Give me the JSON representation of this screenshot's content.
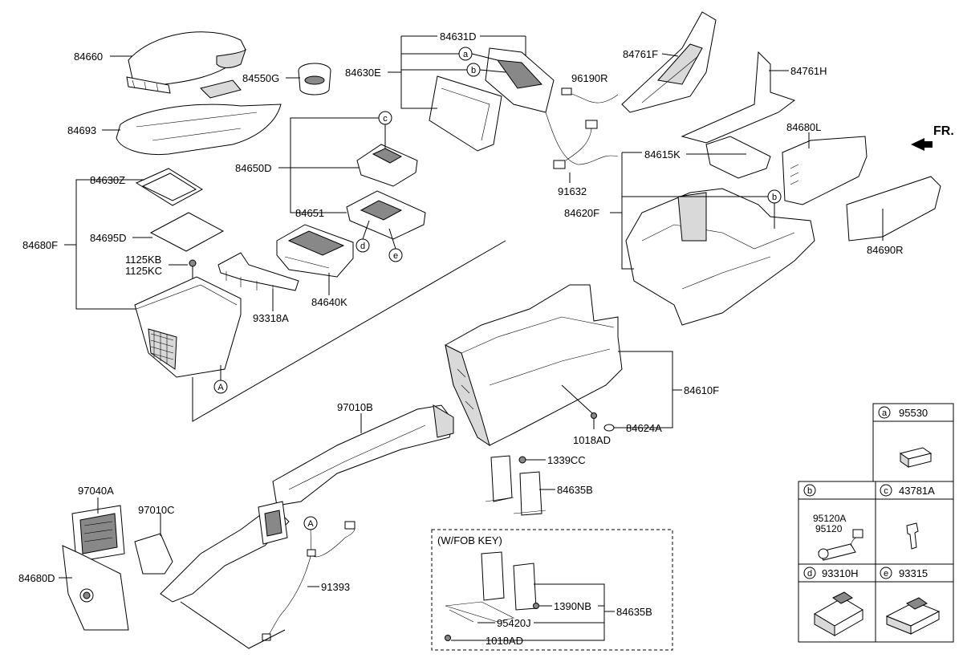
{
  "front_label": "FR.",
  "parts": {
    "p84660": "84660",
    "p84550G": "84550G",
    "p84693": "84693",
    "p84630Z": "84630Z",
    "p84695D": "84695D",
    "p84680F": "84680F",
    "p1125KB": "1125KB",
    "p1125KC": "1125KC",
    "p93318A": "93318A",
    "p84640K": "84640K",
    "p84650D": "84650D",
    "p84651": "84651",
    "p84631D": "84631D",
    "p84630E": "84630E",
    "p96190R": "96190R",
    "p91632": "91632",
    "p84761F": "84761F",
    "p84761H": "84761H",
    "p84680L": "84680L",
    "p84615K": "84615K",
    "p84620F": "84620F",
    "p84690R": "84690R",
    "p84610F": "84610F",
    "p84624A": "84624A",
    "p1018AD": "1018AD",
    "p1339CC": "1339CC",
    "p84635B": "84635B",
    "p97010B": "97010B",
    "p97040A": "97040A",
    "p97010C": "97010C",
    "p84680D": "84680D",
    "p91393": "91393"
  },
  "circles": {
    "a": "a",
    "b": "b",
    "c": "c",
    "d": "d",
    "e": "e",
    "A": "A"
  },
  "fob_box": {
    "title": "(W/FOB KEY)",
    "p1390NB": "1390NB",
    "p95420J": "95420J",
    "p1018AD": "1018AD",
    "p84635B": "84635B"
  },
  "legend": {
    "a": {
      "key": "a",
      "part": "95530"
    },
    "b": {
      "key": "b",
      "part1": "95120A",
      "part2": "95120"
    },
    "c": {
      "key": "c",
      "part": "43781A"
    },
    "d": {
      "key": "d",
      "part": "93310H"
    },
    "e": {
      "key": "e",
      "part": "93315"
    }
  }
}
